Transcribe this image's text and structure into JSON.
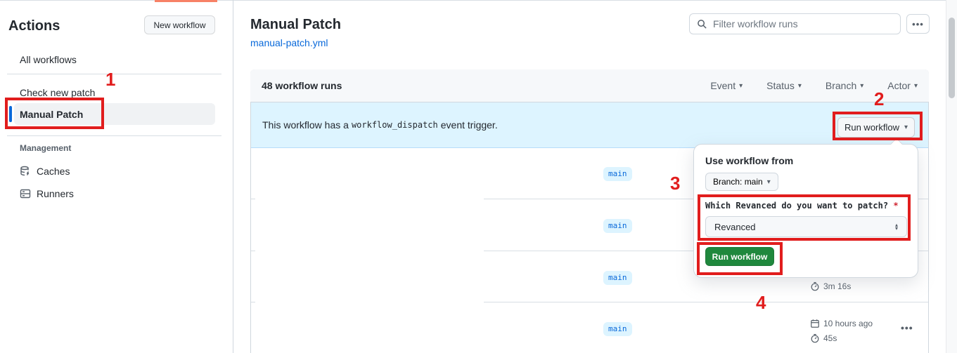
{
  "sidebar": {
    "title": "Actions",
    "new_workflow_label": "New workflow",
    "items": [
      {
        "label": "All workflows"
      },
      {
        "label": "Check new patch"
      },
      {
        "label": "Manual Patch",
        "selected": true
      }
    ],
    "management": {
      "label": "Management",
      "items": [
        {
          "label": "Caches"
        },
        {
          "label": "Runners"
        }
      ]
    }
  },
  "header": {
    "title": "Manual Patch",
    "file_link": "manual-patch.yml",
    "search_placeholder": "Filter workflow runs",
    "kebab": "•••"
  },
  "runs_card": {
    "count_label": "48 workflow runs",
    "filters": [
      {
        "label": "Event"
      },
      {
        "label": "Status"
      },
      {
        "label": "Branch"
      },
      {
        "label": "Actor"
      }
    ],
    "banner": {
      "text_before": "This workflow has a",
      "code": "workflow_dispatch",
      "text_after": "event trigger.",
      "run_workflow_label": "Run workflow"
    },
    "rows": [
      {
        "branch": "main"
      },
      {
        "branch": "main"
      },
      {
        "branch": "main",
        "duration": "3m 16s"
      },
      {
        "branch": "main",
        "time": "10 hours ago",
        "duration": "45s",
        "kebab": "•••"
      }
    ]
  },
  "popup": {
    "title": "Use workflow from",
    "branch_button": "Branch: main",
    "input_label": "Which Revanced do you want to patch?",
    "required_marker": "*",
    "select_value": "Revanced",
    "run_button": "Run workflow"
  },
  "annotations": {
    "step1": "1",
    "step2": "2",
    "step3": "3",
    "step4": "4"
  },
  "icons": {
    "caret_down": "▾",
    "select_up": "▴",
    "select_down": "▾"
  },
  "colors": {
    "accent_blue": "#0969da",
    "banner_bg": "#ddf4ff",
    "green_button": "#1f883d",
    "annotation_red": "#e11d1d",
    "orange_accent": "#f78166"
  }
}
